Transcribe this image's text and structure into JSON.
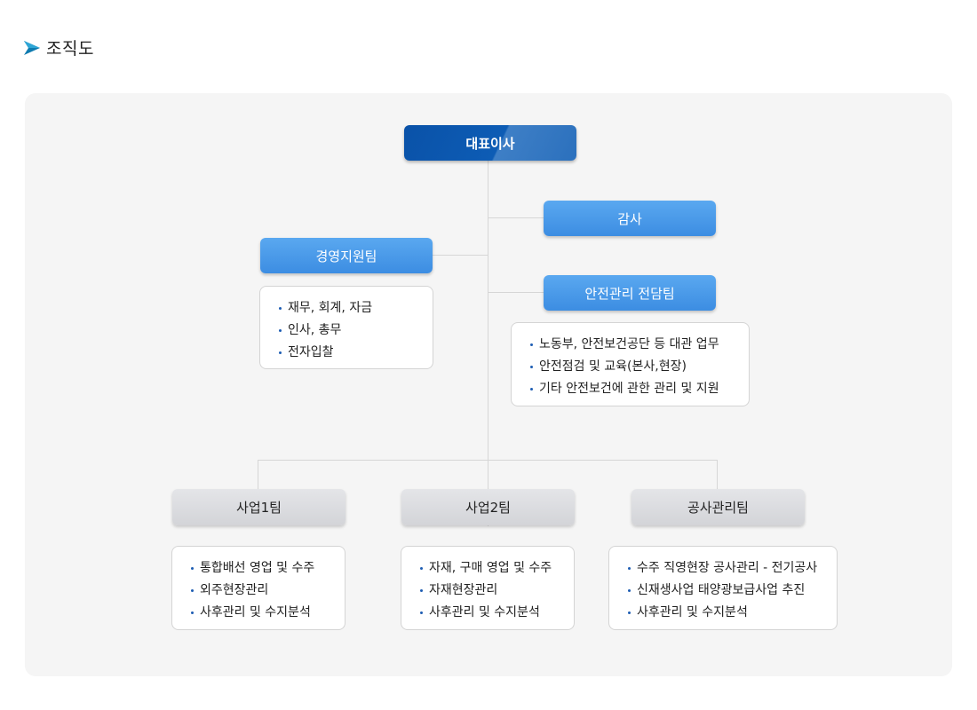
{
  "header": {
    "title": "조직도",
    "icon": "arrow-bullet-icon"
  },
  "colors": {
    "ceo": "#0a52a8",
    "team_blue": "#4a9ded",
    "team_gray": "#d9dadd",
    "bullet": "#1d5db3",
    "panel": "#f5f5f5"
  },
  "org": {
    "ceo": "대표이사",
    "audit": "감사",
    "management": {
      "name": "경영지원팀",
      "duties": [
        "재무, 회계, 자금",
        "인사, 총무",
        "전자입찰"
      ]
    },
    "safety": {
      "name": "안전관리 전담팀",
      "duties": [
        "노동부, 안전보건공단 등 대관 업무",
        "안전점검 및 교육(본사,현장)",
        "기타 안전보건에 관한 관리 및 지원"
      ]
    },
    "biz1": {
      "name": "사업1팀",
      "duties": [
        "통합배선 영업 및 수주",
        "외주현장관리",
        "사후관리 및 수지분석"
      ]
    },
    "biz2": {
      "name": "사업2팀",
      "duties": [
        "자재, 구매 영업 및 수주",
        "자재현장관리",
        "사후관리 및 수지분석"
      ]
    },
    "construction": {
      "name": "공사관리팀",
      "duties": [
        "수주 직영현장 공사관리 - 전기공사",
        "신재생사업 태양광보급사업 추진",
        "사후관리 및 수지분석"
      ]
    }
  }
}
